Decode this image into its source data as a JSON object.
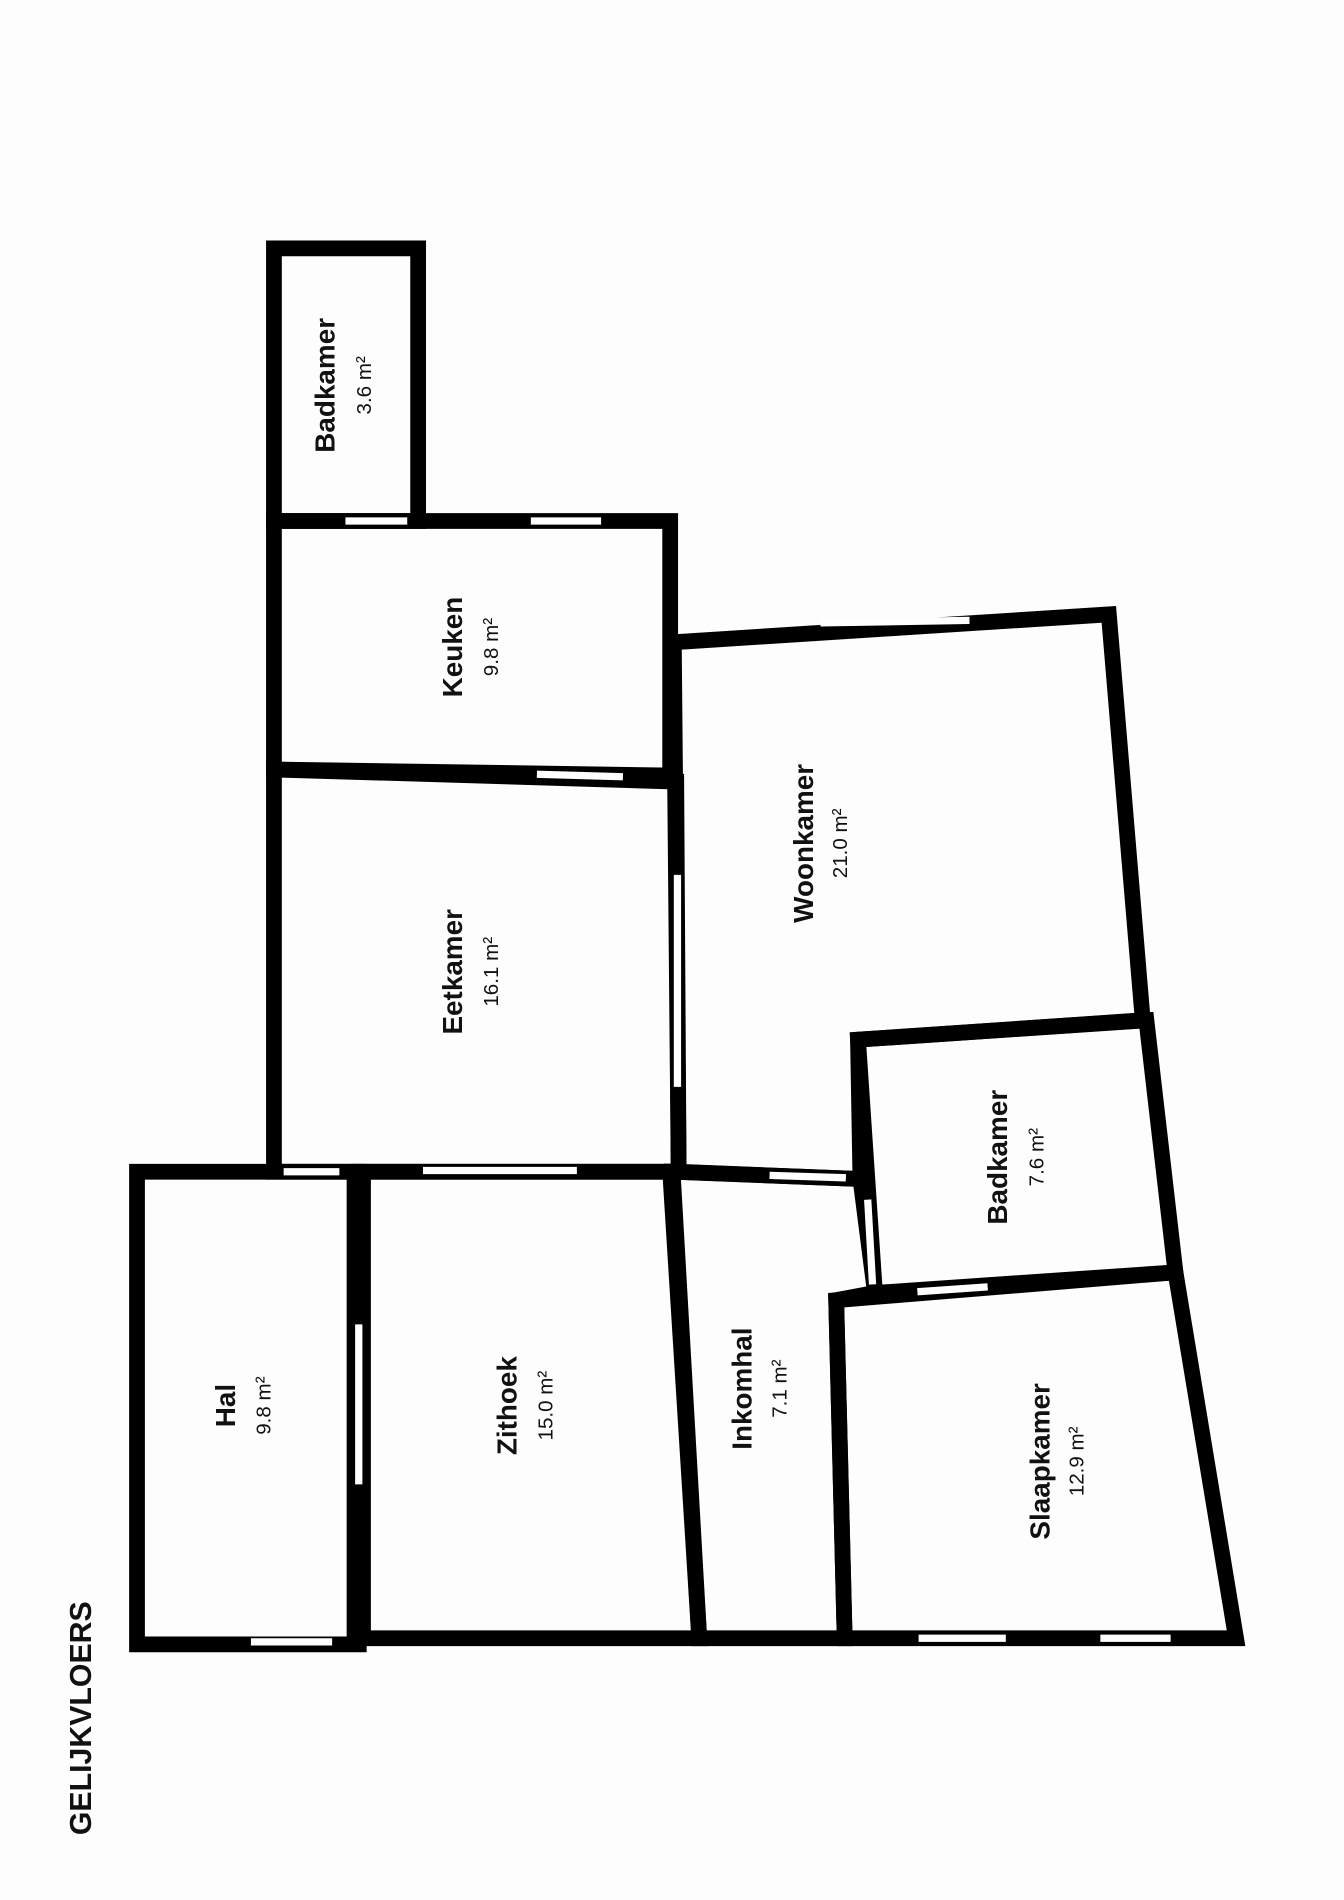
{
  "floor_title": "GELIJKVLOERS",
  "rooms": [
    {
      "name": "Badkamer",
      "area": "3.6 m²"
    },
    {
      "name": "Keuken",
      "area": "9.8 m²"
    },
    {
      "name": "Eetkamer",
      "area": "16.1 m²"
    },
    {
      "name": "Woonkamer",
      "area": "21.0 m²"
    },
    {
      "name": "Badkamer",
      "area": "7.6 m²"
    },
    {
      "name": "Hal",
      "area": "9.8 m²"
    },
    {
      "name": "Zithoek",
      "area": "15.0 m²"
    },
    {
      "name": "Inkomhal",
      "area": "7.1 m²"
    },
    {
      "name": "Slaapkamer",
      "area": "12.9 m²"
    }
  ]
}
